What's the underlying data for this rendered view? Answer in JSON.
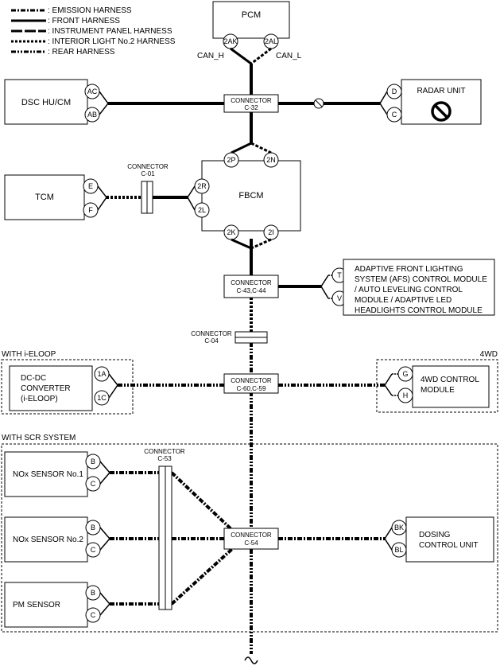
{
  "legend": {
    "items": [
      {
        "style": "emission",
        "label": ": EMISSION HARNESS"
      },
      {
        "style": "front",
        "label": ": FRONT HARNESS"
      },
      {
        "style": "instrument",
        "label": ": INSTRUMENT PANEL HARNESS"
      },
      {
        "style": "interior",
        "label": ": INTERIOR LIGHT No.2 HARNESS"
      },
      {
        "style": "rear",
        "label": ": REAR HARNESS"
      }
    ]
  },
  "modules": {
    "pcm": {
      "label": "PCM",
      "pins": [
        "2AK",
        "2AL"
      ],
      "can_h": "CAN_H",
      "can_l": "CAN_L"
    },
    "dsc": {
      "label": "DSC HU/CM",
      "pins": [
        "AC",
        "AB"
      ]
    },
    "radar": {
      "label": "RADAR UNIT",
      "pins": [
        "D",
        "C"
      ]
    },
    "tcm": {
      "label": "TCM",
      "pins": [
        "E",
        "F"
      ]
    },
    "fbcm": {
      "label": "FBCM",
      "pins": [
        "2P",
        "2N",
        "2R",
        "2L",
        "2K",
        "2I"
      ]
    },
    "afs": {
      "label_lines": [
        "ADAPTIVE FRONT LIGHTING",
        "SYSTEM (AFS) CONTROL MODULE",
        "/ AUTO LEVELING CONTROL",
        "MODULE / ADAPTIVE LED",
        "HEADLIGHTS CONTROL MODULE"
      ],
      "pins": [
        "T",
        "V"
      ]
    },
    "dcdc": {
      "label_lines": [
        "DC-DC",
        "CONVERTER",
        "(i-ELOOP)"
      ],
      "pins": [
        "1A",
        "1C"
      ]
    },
    "awd": {
      "label_lines": [
        "4WD CONTROL",
        "MODULE"
      ],
      "pins": [
        "G",
        "H"
      ]
    },
    "nox1": {
      "label": "NOx SENSOR No.1",
      "pins": [
        "B",
        "C"
      ]
    },
    "nox2": {
      "label": "NOx SENSOR No.2",
      "pins": [
        "B",
        "C"
      ]
    },
    "pm": {
      "label": "PM SENSOR",
      "pins": [
        "B",
        "C"
      ]
    },
    "dosing": {
      "label_lines": [
        "DOSING",
        "CONTROL UNIT"
      ],
      "pins": [
        "BK",
        "BL"
      ]
    }
  },
  "connectors": {
    "c32": {
      "title": "CONNECTOR",
      "code": "C-32"
    },
    "c01": {
      "title": "CONNECTOR",
      "code": "C-01"
    },
    "c43": {
      "title": "CONNECTOR",
      "code": "C-43,C-44"
    },
    "c04": {
      "title": "CONNECTOR",
      "code": "C-04"
    },
    "c60": {
      "title": "CONNECTOR",
      "code": "C-60,C-59"
    },
    "c53": {
      "title": "CONNECTOR",
      "code": "C-53"
    },
    "c54": {
      "title": "CONNECTOR",
      "code": "C-54"
    }
  },
  "groups": {
    "eloop": "WITH i-ELOOP",
    "awd": "4WD",
    "scr": "WITH SCR SYSTEM"
  }
}
